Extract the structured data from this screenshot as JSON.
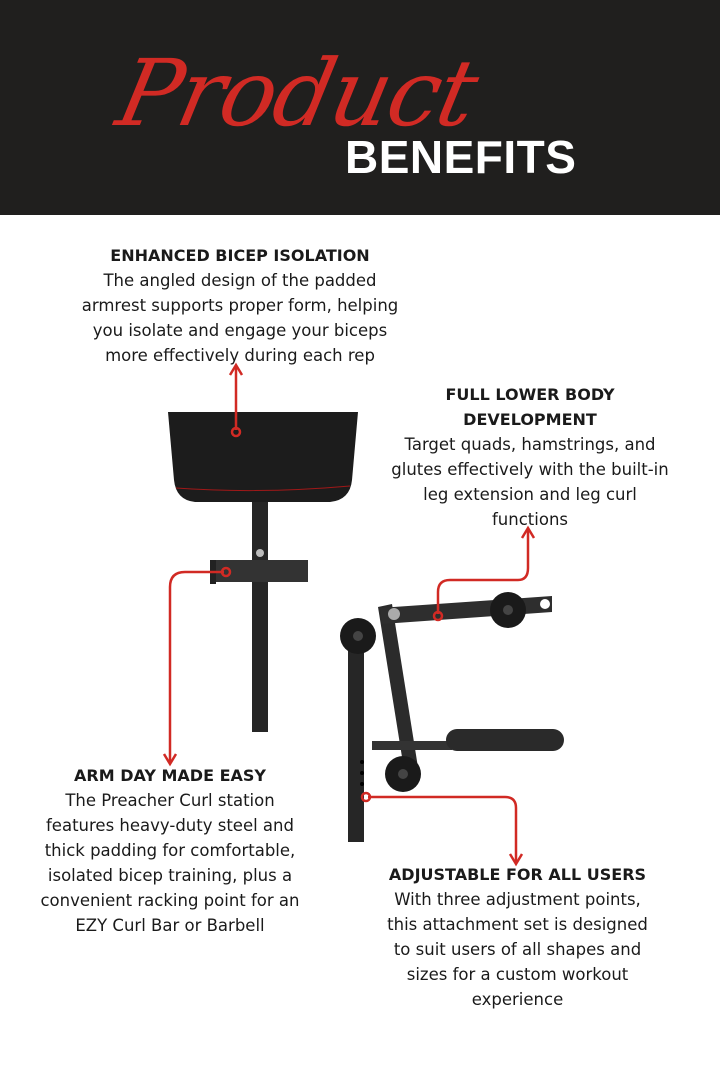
{
  "header": {
    "script_title": "Product",
    "title": "BENEFITS",
    "background": "#201f1e",
    "accent": "#d12a24"
  },
  "features": [
    {
      "title": "ENHANCED BICEP ISOLATION",
      "lines": [
        "The angled design of the padded",
        "armrest supports proper form, helping",
        "you isolate and engage your biceps",
        "more effectively during each rep"
      ]
    },
    {
      "title_lines": [
        "FULL LOWER BODY",
        "DEVELOPMENT"
      ],
      "lines": [
        "Target quads, hamstrings, and",
        "glutes effectively with the built-in",
        "leg extension and leg curl",
        "functions"
      ]
    },
    {
      "title": "ARM DAY MADE EASY",
      "lines": [
        "The Preacher Curl station",
        "features heavy-duty steel and",
        "thick padding for comfortable,",
        "isolated bicep training, plus a",
        "convenient racking point for an",
        "EZY Curl Bar or Barbell"
      ]
    },
    {
      "title": "ADJUSTABLE FOR ALL USERS",
      "lines": [
        "With three adjustment points,",
        "this attachment set is designed",
        "to suit users of all shapes and",
        "sizes for a custom workout",
        "experience"
      ]
    }
  ]
}
